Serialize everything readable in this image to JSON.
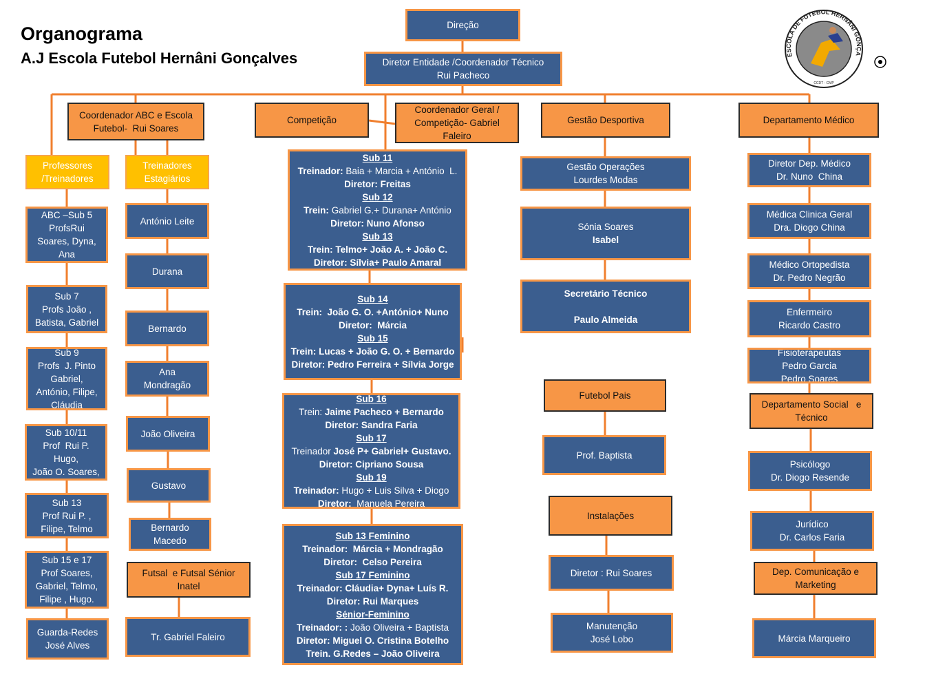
{
  "title": {
    "line1": "Organograma",
    "line2": "A.J Escola Futebol Hernâni Gonçalves"
  },
  "logo": {
    "text": "ESCOLA DE FUTEBOL HERNÂNI GONÇALVES",
    "subtext": "CCDT - CMP"
  },
  "colors": {
    "box_blue": "#3b5e8f",
    "accent_orange": "#f79646",
    "highlight_yellow": "#ffc000"
  },
  "boxes": [
    {
      "id": "direcao",
      "style": "blue",
      "lines": [
        {
          "t": "Direção"
        }
      ]
    },
    {
      "id": "diretor-entidade",
      "style": "blue",
      "lines": [
        {
          "t": "Diretor Entidade /Coordenador Técnico"
        },
        {
          "t": "Rui Pacheco"
        }
      ]
    },
    {
      "id": "coord-abc",
      "style": "orange",
      "lines": [
        {
          "t": "Coordenador ABC e Escola"
        },
        {
          "t": "Futebol-  Rui Soares"
        }
      ]
    },
    {
      "id": "competicao",
      "style": "orange",
      "lines": [
        {
          "t": "Competição"
        }
      ]
    },
    {
      "id": "coord-geral",
      "style": "orange",
      "lines": [
        {
          "t": "Coordenador Geral /"
        },
        {
          "t": "Competição- Gabriel"
        },
        {
          "t": "Faleiro"
        }
      ]
    },
    {
      "id": "gestao-desportiva",
      "style": "orange",
      "lines": [
        {
          "t": "Gestão Desportiva"
        }
      ]
    },
    {
      "id": "departamento-medico",
      "style": "orange",
      "lines": [
        {
          "t": "Departamento Médico"
        }
      ]
    },
    {
      "id": "professores",
      "style": "yellow",
      "lines": [
        {
          "t": "Professores"
        },
        {
          "t": "/Treinadores"
        }
      ]
    },
    {
      "id": "treinadores-estagiarios",
      "style": "yellow",
      "lines": [
        {
          "t": "Treinadores"
        },
        {
          "t": "Estagiários"
        }
      ]
    },
    {
      "id": "abc-sub5",
      "style": "blue",
      "lines": [
        {
          "t": "ABC –Sub 5"
        },
        {
          "t": "ProfsRui"
        },
        {
          "t": "Soares, Dyna,"
        },
        {
          "t": "Ana"
        }
      ]
    },
    {
      "id": "sub7",
      "style": "blue",
      "lines": [
        {
          "t": "Sub 7"
        },
        {
          "t": "Profs João ,"
        },
        {
          "t": "Batista, Gabriel"
        }
      ]
    },
    {
      "id": "sub9",
      "style": "blue",
      "lines": [
        {
          "t": "Sub 9"
        },
        {
          "t": "Profs  J. Pinto"
        },
        {
          "t": "Gabriel,"
        },
        {
          "t": "António, Filipe,"
        },
        {
          "t": "Cláudia"
        }
      ]
    },
    {
      "id": "sub10-11",
      "style": "blue",
      "lines": [
        {
          "t": "Sub 10/11"
        },
        {
          "t": "Prof  Rui P."
        },
        {
          "t": "Hugo,"
        },
        {
          "t": "João O. Soares,"
        }
      ]
    },
    {
      "id": "sub13-left",
      "style": "blue",
      "lines": [
        {
          "t": "Sub 13"
        },
        {
          "t": "Prof Rui P. ,"
        },
        {
          "t": "Filipe, Telmo"
        }
      ]
    },
    {
      "id": "sub15e17",
      "style": "blue",
      "lines": [
        {
          "t": "Sub 15 e 17"
        },
        {
          "t": "Prof Soares,"
        },
        {
          "t": "Gabriel, Telmo,"
        },
        {
          "t": "Filipe , Hugo."
        }
      ]
    },
    {
      "id": "guarda-redes",
      "style": "blue",
      "lines": [
        {
          "t": "Guarda-Redes"
        },
        {
          "t": "José Alves"
        }
      ]
    },
    {
      "id": "antonio-leite",
      "style": "blue",
      "lines": [
        {
          "t": "António Leite"
        }
      ]
    },
    {
      "id": "durana",
      "style": "blue",
      "lines": [
        {
          "t": "Durana"
        }
      ]
    },
    {
      "id": "bernardo",
      "style": "blue",
      "lines": [
        {
          "t": "Bernardo"
        }
      ]
    },
    {
      "id": "ana-mondragao",
      "style": "blue",
      "lines": [
        {
          "t": "Ana"
        },
        {
          "t": "Mondragão"
        }
      ]
    },
    {
      "id": "joao-oliveira",
      "style": "blue",
      "lines": [
        {
          "t": "João Oliveira"
        }
      ]
    },
    {
      "id": "gustavo",
      "style": "blue",
      "lines": [
        {
          "t": "Gustavo"
        }
      ]
    },
    {
      "id": "bernardo-macedo",
      "style": "blue",
      "lines": [
        {
          "t": "Bernardo"
        },
        {
          "t": "Macedo"
        }
      ]
    },
    {
      "id": "futsal",
      "style": "orange",
      "lines": [
        {
          "t": "Futsal  e Futsal Sénior"
        },
        {
          "t": "Inatel"
        }
      ]
    },
    {
      "id": "tr-gabriel-faleiro",
      "style": "blue",
      "lines": [
        {
          "t": "Tr. Gabriel Faleiro"
        }
      ]
    },
    {
      "id": "sub11-13",
      "style": "blue",
      "lines": [
        {
          "h": "Sub 11"
        },
        {
          "b": "Treinador:",
          "t": " Baia + Marcia + António  L."
        },
        {
          "b": "Diretor: Freitas"
        },
        {
          "h": "Sub 12"
        },
        {
          "b": "Trein:",
          "t": " Gabriel G.+ Durana+ António"
        },
        {
          "b": "Diretor: Nuno Afonso"
        },
        {
          "h": "Sub 13"
        },
        {
          "b": "Trein: Telmo+ João A. + João C."
        },
        {
          "b": "Diretor: Sílvia+ Paulo Amaral"
        }
      ]
    },
    {
      "id": "sub14-15",
      "style": "blue",
      "lines": [
        {
          "h": "Sub 14"
        },
        {
          "b": "Trein:  João G. O. +António+ Nuno"
        },
        {
          "b": "Diretor:  Márcia"
        },
        {
          "h": "Sub 15"
        },
        {
          "b": "Trein: Lucas + João G. O. + Bernardo"
        },
        {
          "b": "Diretor: Pedro Ferreira + Sílvia Jorge"
        }
      ]
    },
    {
      "id": "sub16-19",
      "style": "blue",
      "lines": [
        {
          "h": "Sub 16"
        },
        {
          "t": "Trein: ",
          "b": "Jaime Pacheco + Bernardo"
        },
        {
          "b": "Diretor: Sandra Faria"
        },
        {
          "h": "Sub 17"
        },
        {
          "t": "Treinador ",
          "b": "José P+ Gabriel+ Gustavo."
        },
        {
          "b": "Diretor: Cipriano Sousa"
        },
        {
          "h": "Sub 19"
        },
        {
          "b": "Treinador:",
          "t": " Hugo + Luis Silva + Diogo"
        },
        {
          "b": "Diretor:",
          "t": "  Manuela Pereira"
        }
      ]
    },
    {
      "id": "feminino",
      "style": "blue",
      "lines": [
        {
          "h": "Sub 13 Feminino"
        },
        {
          "b": "Treinador:  Márcia + Mondragão"
        },
        {
          "b": "Diretor:  Celso Pereira"
        },
        {
          "h": "Sub 17 Feminino"
        },
        {
          "b": "Treinador: Cláudia+ Dyna+ Luís R."
        },
        {
          "b": "Diretor: Rui Marques"
        },
        {
          "h": "Sénior-Feminino"
        },
        {
          "b": "Treinador: :",
          "t": " João Oliveira + Baptista"
        },
        {
          "b": "Diretor: Miguel O. Cristina Botelho"
        },
        {
          "b": "Trein. G.Redes – João Oliveira"
        }
      ]
    },
    {
      "id": "gestao-operacoes",
      "style": "blue",
      "lines": [
        {
          "t": "Gestão Operações"
        },
        {
          "t": "Lourdes Modas"
        }
      ]
    },
    {
      "id": "sonia-soares",
      "style": "blue",
      "lines": [
        {
          "t": "Sónia Soares"
        },
        {
          "b": "Isabel"
        }
      ]
    },
    {
      "id": "secretario-tecnico",
      "style": "blue",
      "lines": [
        {
          "b": "Secretário Técnico"
        },
        {
          "t": " "
        },
        {
          "b": "Paulo Almeida"
        }
      ]
    },
    {
      "id": "futebol-pais",
      "style": "orange",
      "lines": [
        {
          "t": "Futebol Pais"
        }
      ]
    },
    {
      "id": "prof-baptista",
      "style": "blue",
      "lines": [
        {
          "t": "Prof. Baptista"
        }
      ]
    },
    {
      "id": "instalacoes",
      "style": "orange",
      "lines": [
        {
          "t": "Instalações"
        }
      ]
    },
    {
      "id": "diretor-rui-soares",
      "style": "blue",
      "lines": [
        {
          "t": "Diretor : Rui Soares"
        }
      ]
    },
    {
      "id": "manutencao",
      "style": "blue",
      "lines": [
        {
          "t": "Manutenção"
        },
        {
          "t": "José Lobo"
        }
      ]
    },
    {
      "id": "diretor-dep-medico",
      "style": "blue",
      "lines": [
        {
          "t": "Diretor Dep. Médico"
        },
        {
          "t": "Dr. Nuno  China"
        }
      ]
    },
    {
      "id": "medica-clinica",
      "style": "blue",
      "lines": [
        {
          "t": "Médica Clinica Geral"
        },
        {
          "t": "Dra. Diogo China"
        }
      ]
    },
    {
      "id": "medico-ortopedista",
      "style": "blue",
      "lines": [
        {
          "t": "Médico Ortopedista"
        },
        {
          "t": "Dr. Pedro Negrão"
        }
      ]
    },
    {
      "id": "enfermeiro",
      "style": "blue",
      "lines": [
        {
          "t": "Enfermeiro"
        },
        {
          "t": "Ricardo Castro"
        }
      ]
    },
    {
      "id": "fisioterapeutas",
      "style": "blue",
      "lines": [
        {
          "t": "Fisioterapeutas"
        },
        {
          "t": "Pedro Garcia"
        },
        {
          "t": "Pedro Soares"
        }
      ]
    },
    {
      "id": "dep-social",
      "style": "orange",
      "lines": [
        {
          "t": "Departamento Social   e"
        },
        {
          "t": "Técnico"
        }
      ]
    },
    {
      "id": "psicologo",
      "style": "blue",
      "lines": [
        {
          "t": "Psicólogo"
        },
        {
          "t": "Dr. Diogo Resende"
        }
      ]
    },
    {
      "id": "juridico",
      "style": "blue",
      "lines": [
        {
          "t": "Jurídico"
        },
        {
          "t": "Dr. Carlos Faria"
        }
      ]
    },
    {
      "id": "dep-comunicacao",
      "style": "orange",
      "lines": [
        {
          "t": "Dep. Comunicação e"
        },
        {
          "t": "Marketing"
        }
      ]
    },
    {
      "id": "marcia-marqueiro",
      "style": "blue",
      "lines": [
        {
          "t": "Márcia Marqueiro"
        }
      ]
    }
  ]
}
